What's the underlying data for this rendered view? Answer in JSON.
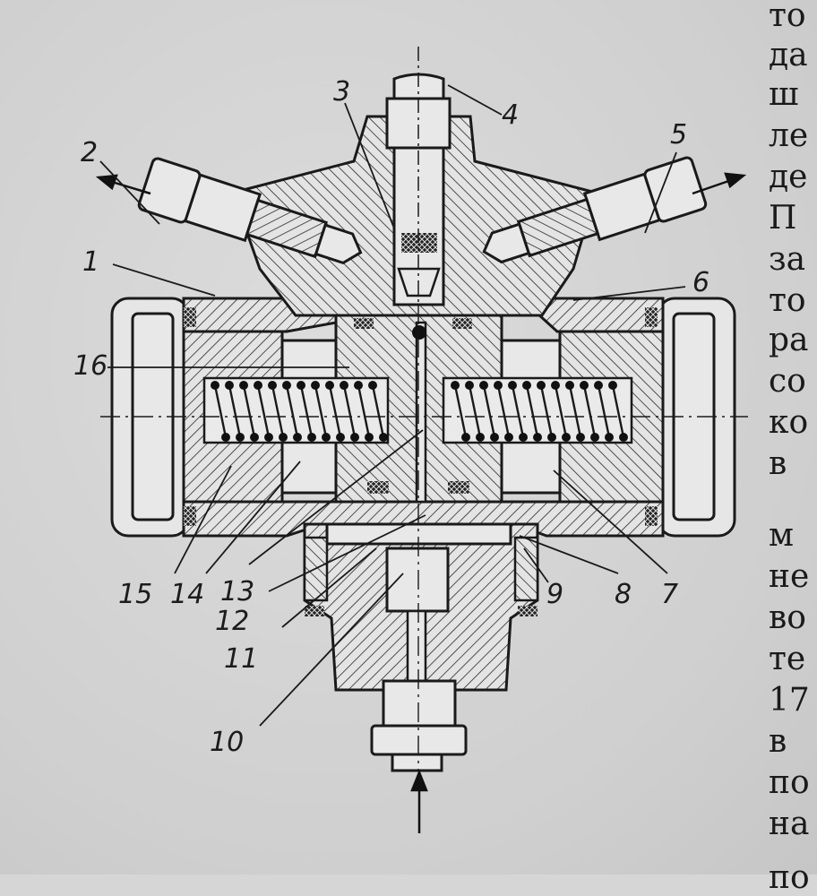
{
  "figure": {
    "labels": [
      "1",
      "2",
      "3",
      "4",
      "5",
      "6",
      "7",
      "8",
      "9",
      "10",
      "11",
      "12",
      "13",
      "14",
      "15",
      "16"
    ]
  },
  "side_text": {
    "fragments": [
      "то",
      "да",
      "ш",
      "ле",
      "де",
      "П",
      "за",
      "то",
      "ра",
      "со",
      "ко",
      "в",
      "м",
      "не",
      "во",
      "те",
      "17",
      "в",
      "по",
      "на",
      "по"
    ]
  }
}
